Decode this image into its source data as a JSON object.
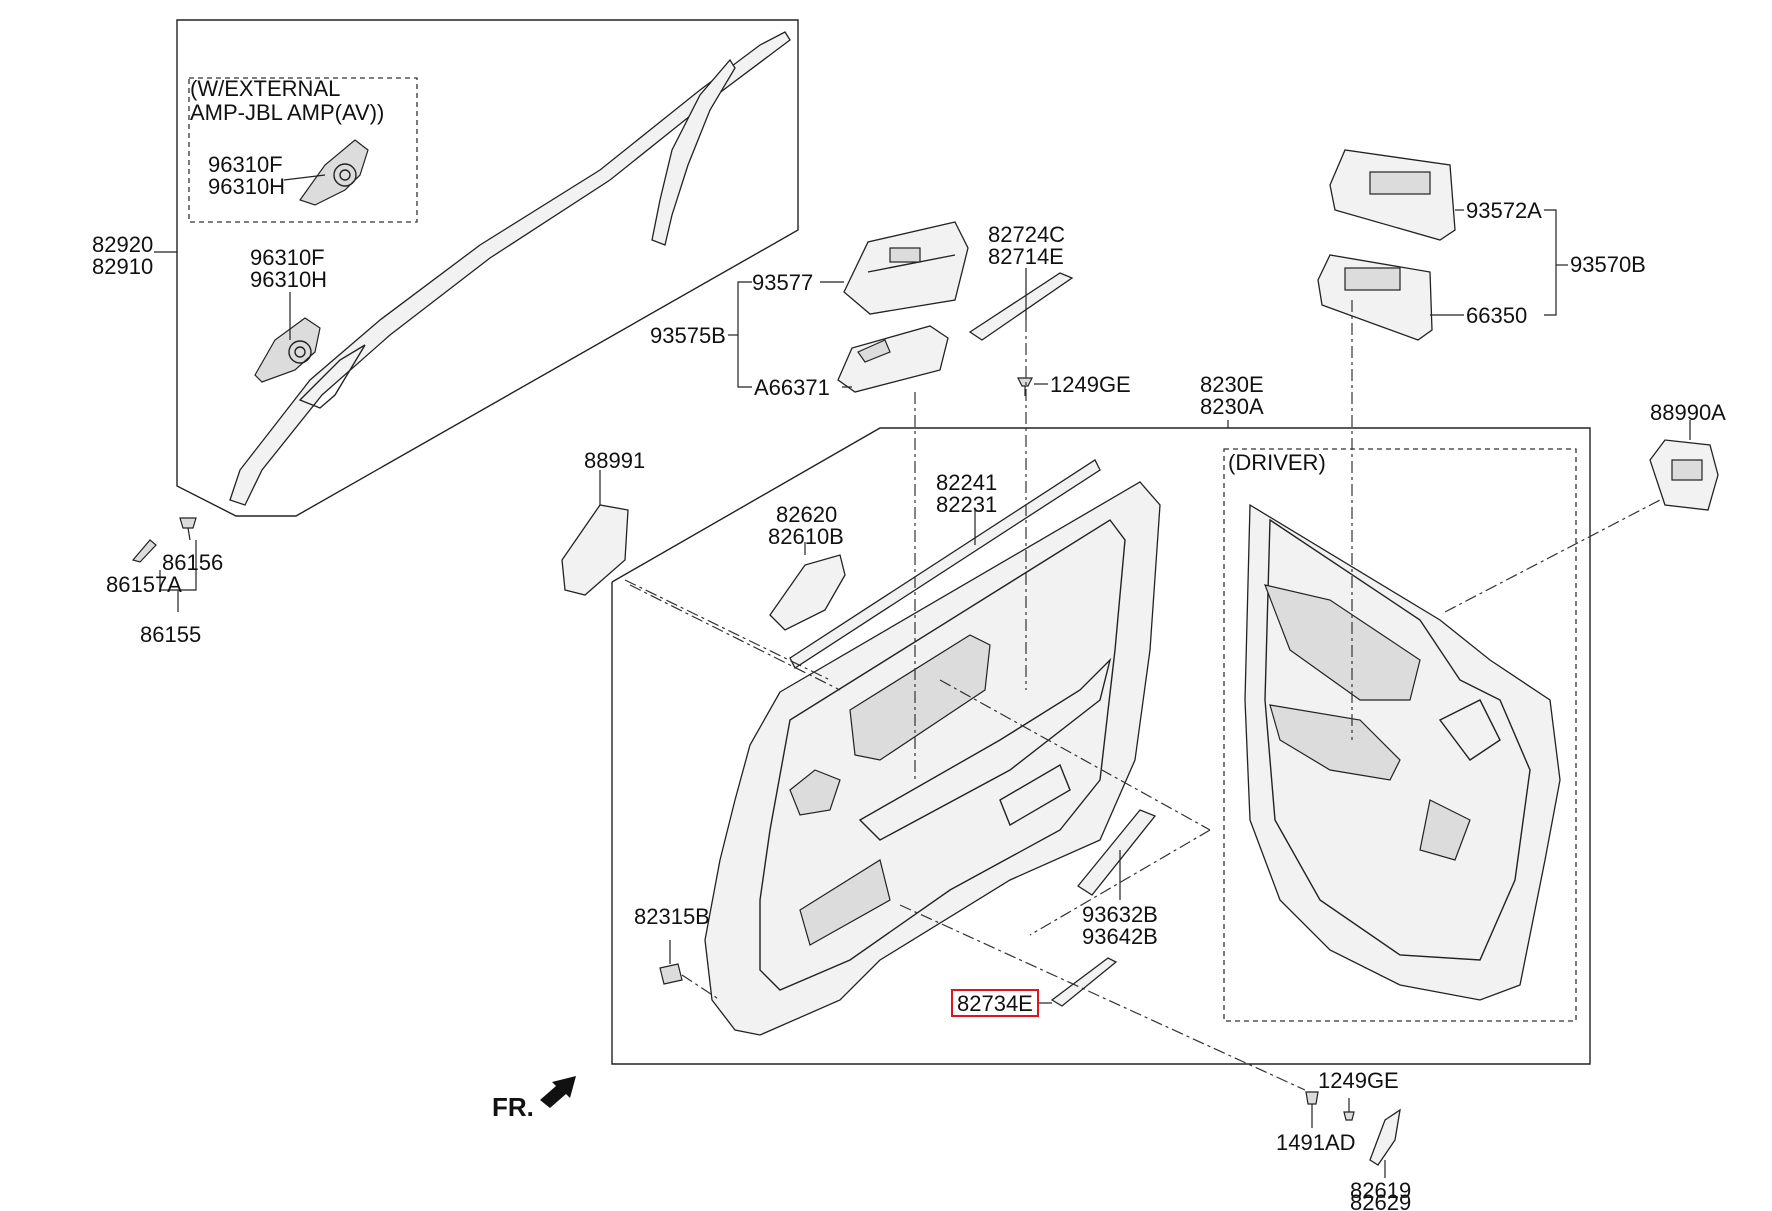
{
  "diagram": {
    "labels": {
      "w_external_1": "(W/EXTERNAL",
      "w_external_2": "AMP-JBL AMP(AV))",
      "p96310F_a": "96310F",
      "p96310H_a": "96310H",
      "p96310F_b": "96310F",
      "p96310H_b": "96310H",
      "p82920": "82920",
      "p82910": "82910",
      "p86156": "86156",
      "p86157A": "86157A",
      "p86155": "86155",
      "p93577": "93577",
      "p93575B": "93575B",
      "pA66371": "A66371",
      "p82724C": "82724C",
      "p82714E": "82714E",
      "p1249GE_top": "1249GE",
      "p8230E": "8230E",
      "p8230A": "8230A",
      "p88991": "88991",
      "p82241": "82241",
      "p82231": "82231",
      "p82620": "82620",
      "p82610B": "82610B",
      "driver": "(DRIVER)",
      "p93572A": "93572A",
      "p93570B": "93570B",
      "p66350": "66350",
      "p88990A": "88990A",
      "p82315B": "82315B",
      "p93632B": "93632B",
      "p93642B": "93642B",
      "p82734E": "82734E",
      "p1249GE_bot": "1249GE",
      "p1491AD": "1491AD",
      "p82619": "82619",
      "p82629": "82629",
      "fr": "FR."
    },
    "highlight_color": "#e0141e"
  }
}
